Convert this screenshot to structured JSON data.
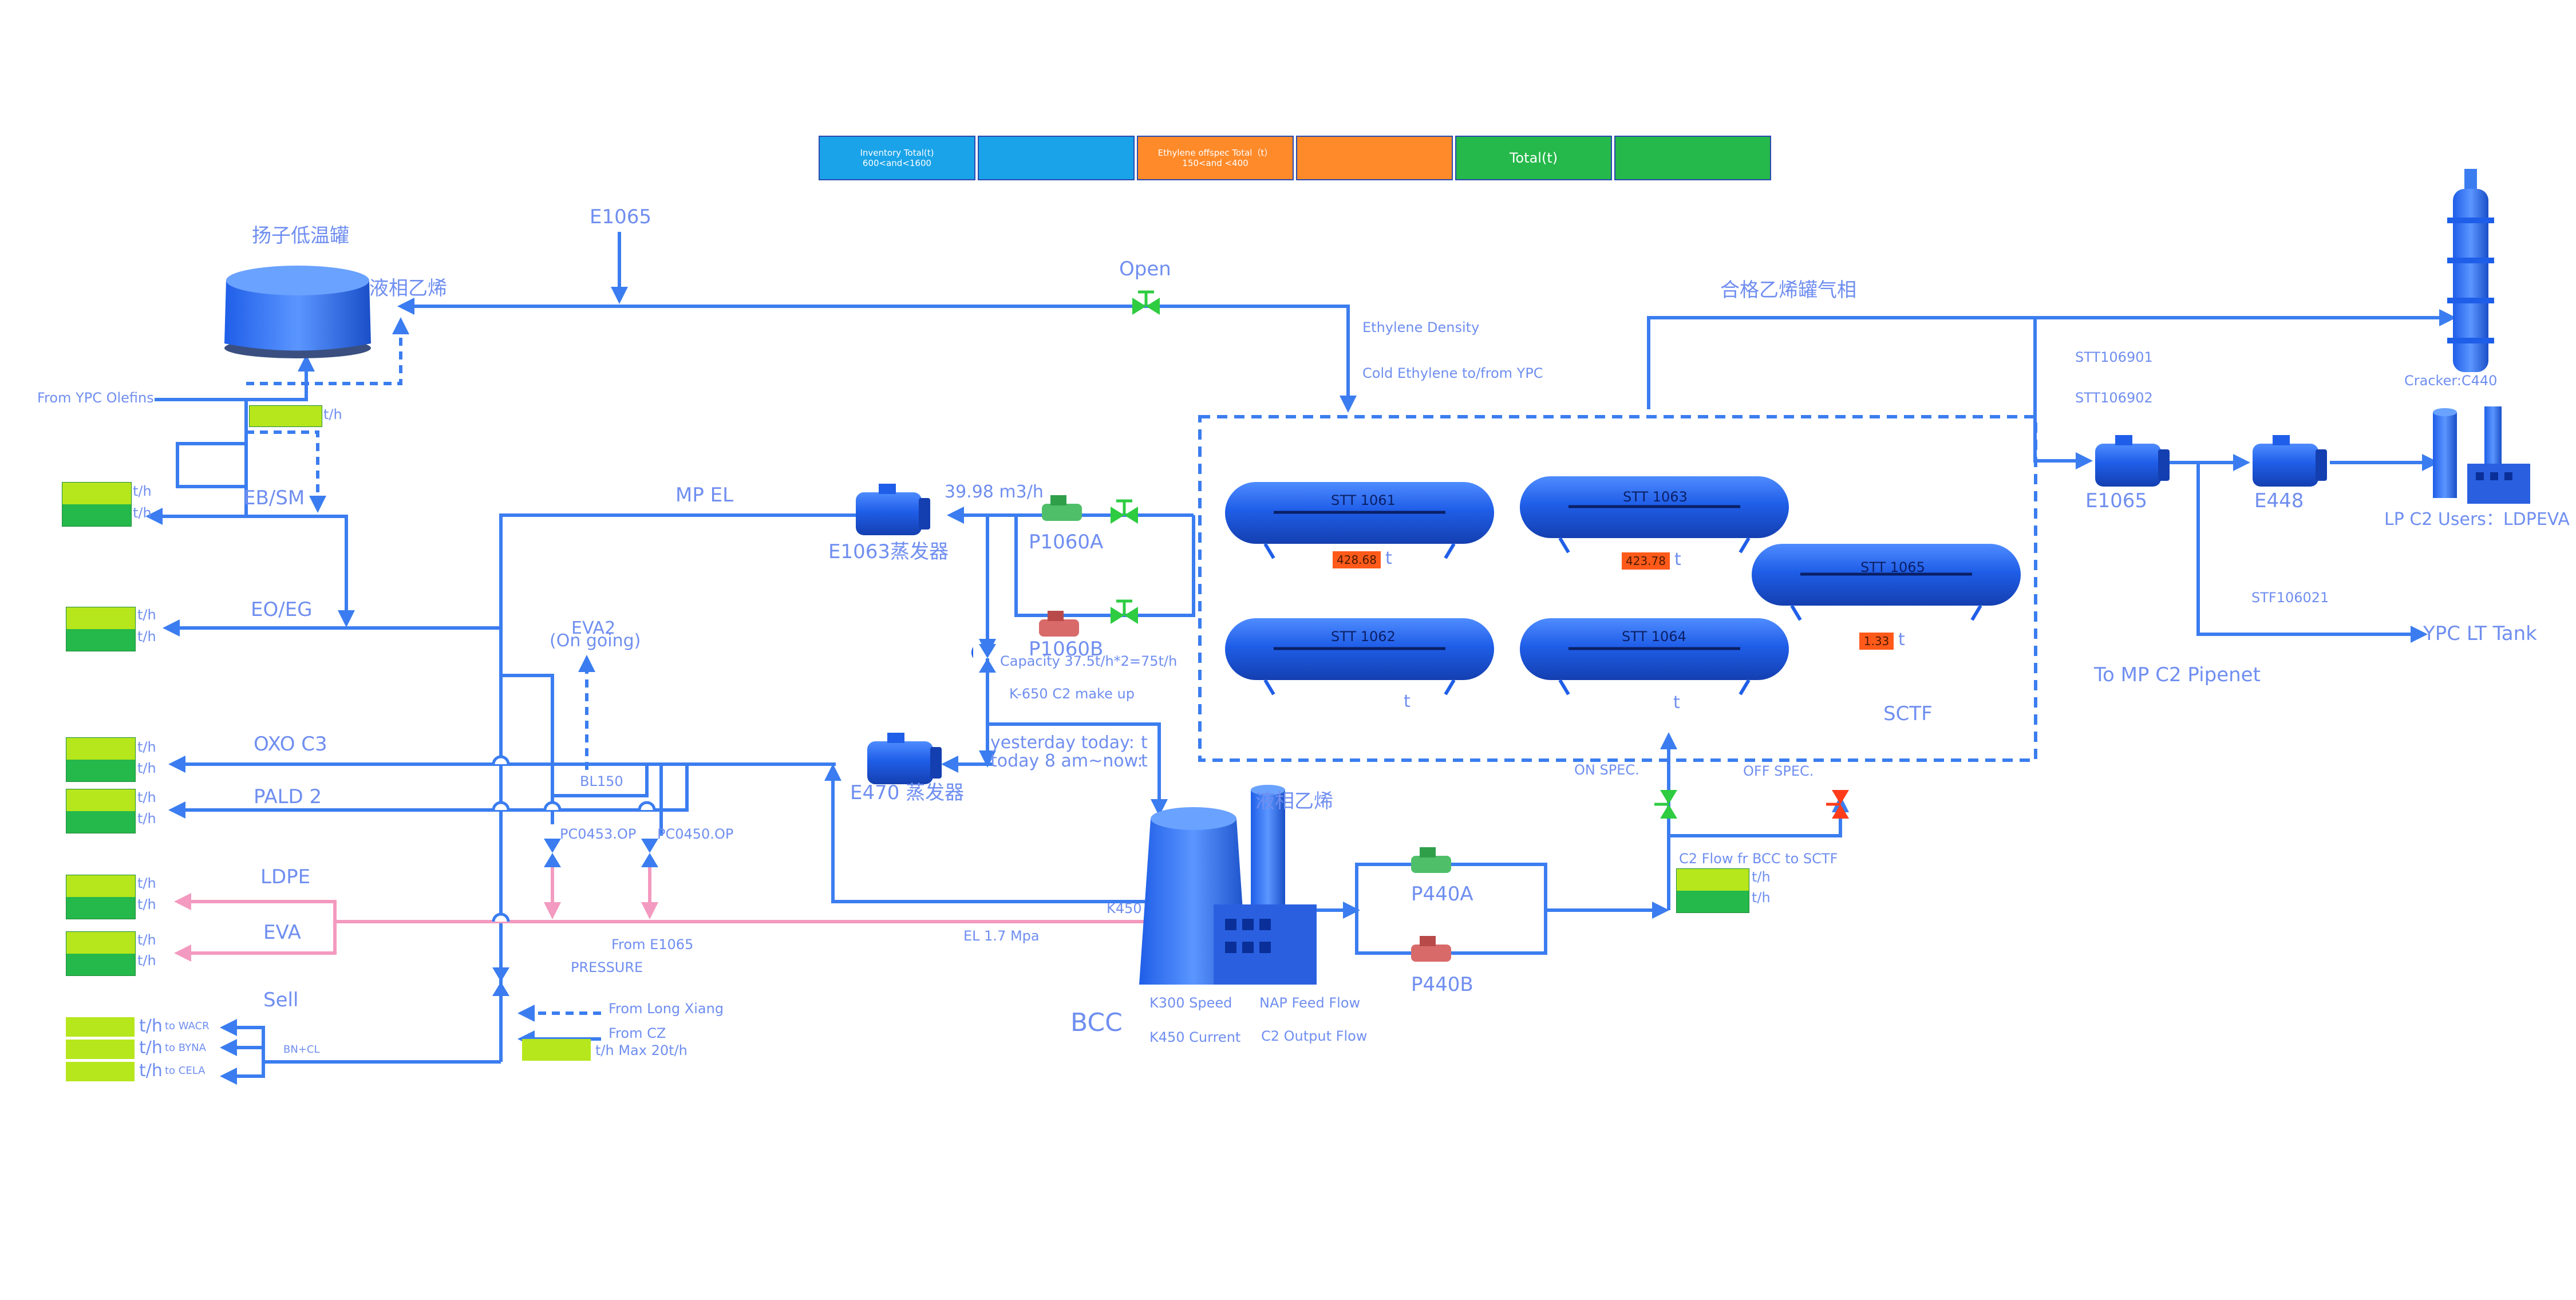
{
  "legend": {
    "inventory_total": "Inventory Total(t)\n600<and<1600",
    "offspec_total": "Ethylene offspec Total（t）\n150<and <400",
    "total": "Total(t)"
  },
  "labels": {
    "yangzi_tank": "扬子低温罐",
    "liquid_ethylene_top": "液相乙烯",
    "e1065_top": "E1065",
    "open": "Open",
    "qualified_gas": "合格乙烯罐气相",
    "from_ypc_olefins": "From YPC Olefins",
    "th_top": "t/h",
    "eb_sm": "EB/SM",
    "mp_el": "MP EL",
    "eo_eg": "EO/EG",
    "oxo_c3": "OXO C3",
    "pald2": "PALD 2",
    "ldpe": "LDPE",
    "eva": "EVA",
    "sell": "Sell",
    "ethylene_density": "Ethylene Density",
    "cold_ethylene": "Cold Ethylene to/from YPC",
    "stt106901": "STT106901",
    "stt106902": "STT106902",
    "cracker": "Cracker:C440",
    "e1065_right": "E1065",
    "e448": "E448",
    "lp_c2_users": "LP C2 Users：LDPEVA",
    "stf106021": "STF106021",
    "ypc_lt_tank": "YPC LT Tank",
    "to_mp_c2": "To MP C2 Pipenet",
    "e1063": "E1063蒸发器",
    "flow_rate": "39.98 m3/h",
    "p1060a": "P1060A",
    "p1060b": "P1060B",
    "capacity": "Capacity 37.5t/h*2=75t/h",
    "k650": "K-650 C2 make up",
    "yesterday": "yesterday today:",
    "today": "today 8 am~now:",
    "t1": "t",
    "t2": "t",
    "eva2": "EVA2",
    "on_going": "(On going)",
    "bl150": "BL150",
    "e470": "E470 蒸发器",
    "pc0453": "PC0453.OP",
    "pc0450": "PC0450.OP",
    "from_e1065": "From E1065",
    "pressure": "PRESSURE",
    "el_17": "EL 1.7 Mpa",
    "k450": "K450",
    "from_long_xiang": "From Long Xiang",
    "from_cz": "From CZ",
    "max_20": "t/h Max 20t/h",
    "liquid_ethylene_bcc": "液相乙烯",
    "bcc": "BCC",
    "k300": "K300 Speed",
    "k450_current": "K450 Current",
    "nap_feed": "NAP Feed Flow",
    "c2_output": "C2 Output Flow",
    "p440a": "P440A",
    "p440b": "P440B",
    "on_spec": "ON SPEC.",
    "off_spec": "OFF SPEC.",
    "c2_flow": "C2 Flow fr BCC to SCTF",
    "sctf": "SCTF",
    "to_wacr": "to WACR",
    "to_byna": "to BYNA",
    "to_cela": "to CELA",
    "bn_cl": "BN+CL"
  },
  "units": {
    "th": "t/h",
    "t": "t"
  },
  "tanks": [
    {
      "id": "STT 1061",
      "value": "428.68",
      "unit": "t"
    },
    {
      "id": "STT 1063",
      "value": "423.78",
      "unit": "t"
    },
    {
      "id": "STT 1065",
      "value": "1.33",
      "unit": "t"
    },
    {
      "id": "STT 1062",
      "value": "",
      "unit": "t"
    },
    {
      "id": "STT 1064",
      "value": "",
      "unit": "t"
    }
  ],
  "colors": {
    "pipe": "#3b7df0",
    "pipe_pink": "#f39ac0",
    "lime": "#b6e61c",
    "green": "#25b84a",
    "legend_blue": "#1aa3e8",
    "legend_orange": "#ff8a2a",
    "legend_green": "#25b84a",
    "value_orange": "#ff5a1a",
    "label": "#6f8ef0"
  }
}
